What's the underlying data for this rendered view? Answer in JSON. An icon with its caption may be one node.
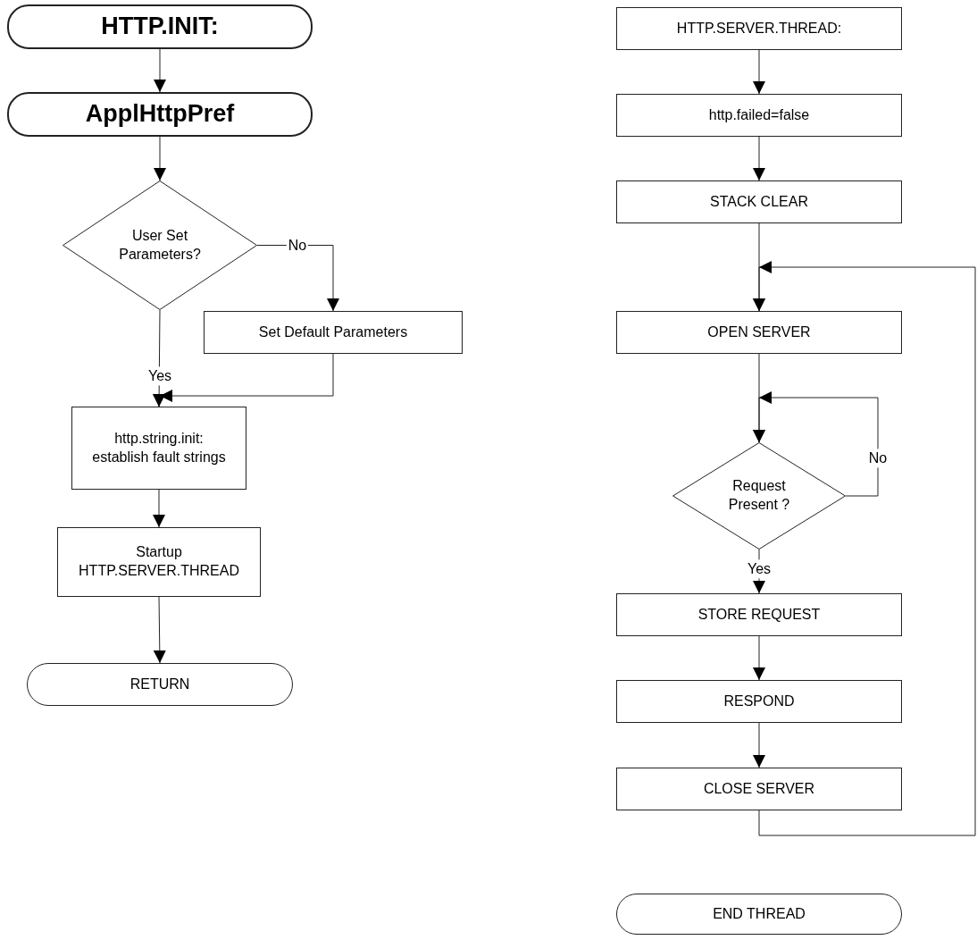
{
  "diagram": {
    "nodes": [
      {
        "text": [
          "HTTP.INIT:"
        ]
      },
      {
        "text": [
          "ApplHttpPref"
        ]
      },
      {
        "text": [
          "User Set Parameters?"
        ]
      },
      {
        "text": [
          "Set Default Parameters"
        ]
      },
      {
        "text": [
          "http.string.init: establish fault strings"
        ]
      },
      {
        "text": [
          "Startup HTTP.SERVER.THREAD"
        ]
      },
      {
        "text": [
          "RETURN"
        ]
      },
      {
        "text": [
          "HTTP.SERVER.THREAD:"
        ]
      },
      {
        "text": [
          "http.failed=false"
        ]
      },
      {
        "text": [
          "STACK CLEAR"
        ]
      },
      {
        "text": [
          "OPEN SERVER"
        ]
      },
      {
        "text": [
          "Request Present ?"
        ]
      },
      {
        "text": [
          "STORE REQUEST"
        ]
      },
      {
        "text": [
          "RESPOND"
        ]
      },
      {
        "text": [
          "CLOSE SERVER"
        ]
      },
      {
        "text": [
          "END THREAD"
        ]
      }
    ],
    "edges": [
      {
        "from": 0,
        "to": 1,
        "arrow": "to"
      },
      {
        "from": 1,
        "to": 2,
        "arrow": "to"
      },
      {
        "from": 2,
        "to": 3,
        "arrow": "to",
        "label": "No"
      },
      {
        "from": 2,
        "to": 4,
        "arrow": "to",
        "label": "Yes"
      },
      {
        "from": 3,
        "to": 4,
        "arrow": "to"
      },
      {
        "from": 4,
        "to": 5,
        "arrow": "to"
      },
      {
        "from": 5,
        "to": 6,
        "arrow": "to"
      },
      {
        "from": 7,
        "to": 8,
        "arrow": "to"
      },
      {
        "from": 8,
        "to": 9,
        "arrow": "to"
      },
      {
        "from": 9,
        "to": 10,
        "arrow": "to"
      },
      {
        "from": 10,
        "to": 11,
        "arrow": "to"
      },
      {
        "from": 11,
        "to": 11,
        "arrow": "to",
        "label": "No"
      },
      {
        "from": 11,
        "to": 12,
        "arrow": "to",
        "label": "Yes"
      },
      {
        "from": 12,
        "to": 13,
        "arrow": "to"
      },
      {
        "from": 13,
        "to": 14,
        "arrow": "to"
      },
      {
        "from": 14,
        "to": 10,
        "arrow": "to"
      }
    ]
  }
}
